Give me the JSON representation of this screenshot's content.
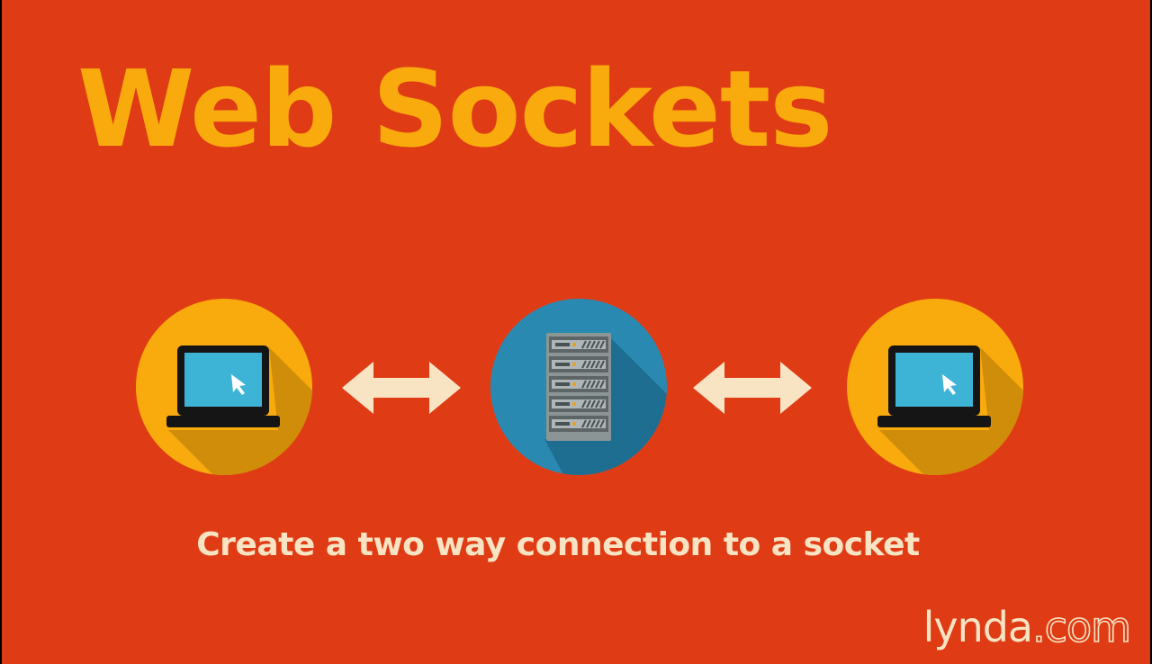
{
  "slide": {
    "title": "Web Sockets",
    "caption": "Create a two way connection to a socket",
    "logo": {
      "name": "lynda",
      "suffix": ".com"
    }
  },
  "diagram": {
    "nodes": [
      {
        "role": "client",
        "icon": "laptop-icon"
      },
      {
        "role": "server",
        "icon": "server-rack-icon"
      },
      {
        "role": "client",
        "icon": "laptop-icon"
      }
    ],
    "connections": [
      "bidirectional-arrow-icon",
      "bidirectional-arrow-icon"
    ]
  },
  "colors": {
    "background": "#df3c15",
    "title": "#f9aa0c",
    "client_circle": "#f9aa0c",
    "server_circle": "#2a89b0",
    "arrows": "#f8e3c3",
    "text_light": "#f8e3c3"
  }
}
